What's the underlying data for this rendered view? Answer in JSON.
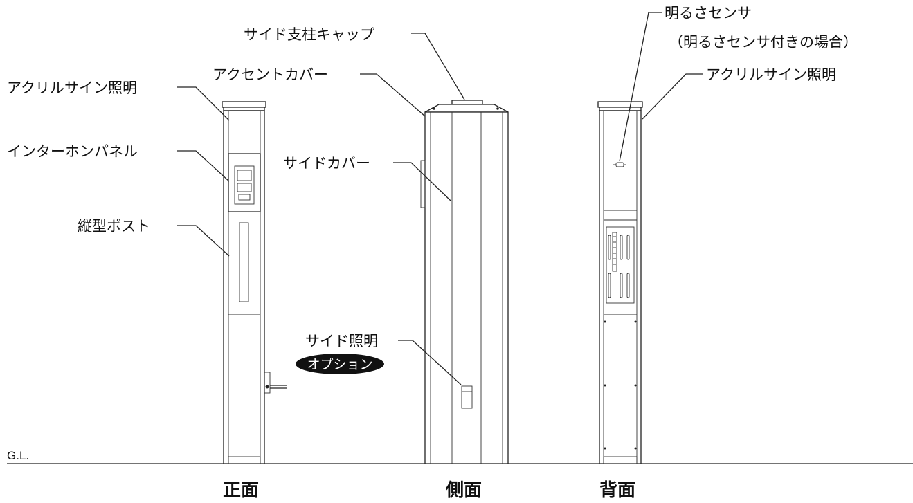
{
  "front_view": {
    "title": "正面",
    "labels": {
      "acrylic_sign_light": "アクリルサイン照明",
      "intercom_panel": "インターホンパネル",
      "vertical_post": "縦型ポスト"
    }
  },
  "side_view": {
    "title": "側面",
    "labels": {
      "side_post_cap": "サイド支柱キャップ",
      "accent_cover": "アクセントカバー",
      "side_cover": "サイドカバー",
      "side_light": "サイド照明"
    },
    "option_badge": "オプション"
  },
  "back_view": {
    "title": "背面",
    "labels": {
      "brightness_sensor": "明るさセンサ",
      "brightness_sensor_note": "（明るさセンサ付きの場合）",
      "acrylic_sign_light": "アクリルサイン照明"
    }
  },
  "ground_label": "G.L.",
  "colors": {
    "line": "#222222",
    "badge": "#111111"
  }
}
